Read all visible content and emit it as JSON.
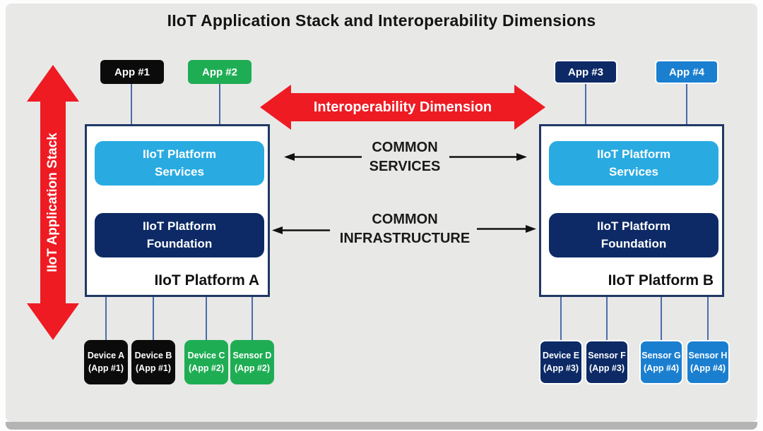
{
  "title": "IIoT Application Stack and Interoperability Dimensions",
  "stack_arrow": {
    "label": "IIoT Application Stack"
  },
  "interop_arrow": {
    "label": "Interoperability Dimension"
  },
  "apps": [
    {
      "label": "App #1",
      "color": "black"
    },
    {
      "label": "App #2",
      "color": "green"
    },
    {
      "label": "App #3",
      "color": "navy"
    },
    {
      "label": "App #4",
      "color": "blue"
    }
  ],
  "platforms": [
    {
      "name": "IIoT Platform A",
      "services": "IIoT Platform\nServices",
      "foundation": "IIoT Platform\nFoundation"
    },
    {
      "name": "IIoT Platform B",
      "services": "IIoT Platform\nServices",
      "foundation": "IIoT Platform\nFoundation"
    }
  ],
  "common_links": [
    {
      "label": "COMMON\nSERVICES"
    },
    {
      "label": "COMMON\nINFRASTRUCTURE"
    }
  ],
  "devices": {
    "left": [
      {
        "name": "Device A",
        "app": "(App #1)",
        "color": "black"
      },
      {
        "name": "Device B",
        "app": "(App #1)",
        "color": "black"
      },
      {
        "name": "Device C",
        "app": "(App #2)",
        "color": "green"
      },
      {
        "name": "Sensor D",
        "app": "(App #2)",
        "color": "green"
      }
    ],
    "right": [
      {
        "name": "Device E",
        "app": "(App #3)",
        "color": "navy"
      },
      {
        "name": "Sensor F",
        "app": "(App #3)",
        "color": "navy"
      },
      {
        "name": "Sensor G",
        "app": "(App #4)",
        "color": "blue"
      },
      {
        "name": "Sensor H",
        "app": "(App #4)",
        "color": "blue"
      }
    ]
  },
  "colors": {
    "red": "#ee1b23",
    "light_blue": "#29abe2",
    "navy": "#0d2a66",
    "green": "#1fad54",
    "blue": "#1b7fd0",
    "black": "#0b0b0b",
    "platform_border": "#1f3864",
    "connector": "#4a6da7",
    "canvas": "#e8e8e7"
  }
}
